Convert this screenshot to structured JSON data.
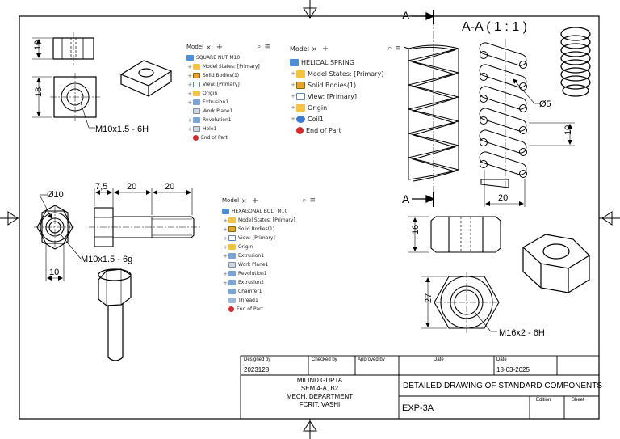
{
  "drawing": {
    "section_a_top": "A",
    "section_a_bottom": "A",
    "section_view_title": "A-A ( 1 : 1 )",
    "dimensions": {
      "sq_nut_height": "10",
      "sq_nut_width": "18",
      "sq_nut_thread": "M10x1.5 - 6H",
      "bolt_dia": "Ø10",
      "bolt_head_length": "7,5",
      "bolt_shank_length": "20",
      "bolt_thread_length": "20",
      "bolt_thread": "M10x1.5 - 6g",
      "bolt_head_width": "10",
      "spring_wire_dia": "Ø5",
      "spring_pitch": "10",
      "spring_dia": "20",
      "hex_nut_height": "16",
      "hex_nut_width": "27",
      "hex_nut_thread": "M16x2 - 6H"
    }
  },
  "panels": {
    "square_nut": {
      "tab": "Model",
      "root": "SQUARE NUT M10",
      "items": [
        {
          "label": "Model States: [Primary]"
        },
        {
          "label": "Solid Bodies(1)"
        },
        {
          "label": "View: [Primary]"
        },
        {
          "label": "Origin"
        },
        {
          "label": "Extrusion1"
        },
        {
          "label": "Work Plane1"
        },
        {
          "label": "Revolution1"
        },
        {
          "label": "Hole1"
        },
        {
          "label": "End of Part"
        }
      ]
    },
    "helical_spring": {
      "tab": "Model",
      "root": "HELICAL SPRING",
      "items": [
        {
          "label": "Model States: [Primary]"
        },
        {
          "label": "Solid Bodies(1)"
        },
        {
          "label": "View: [Primary]"
        },
        {
          "label": "Origin"
        },
        {
          "label": "Coil1"
        },
        {
          "label": "End of Part"
        }
      ]
    },
    "hex_bolt": {
      "tab": "Model",
      "root": "HEXAGONAL BOLT M10",
      "items": [
        {
          "label": "Model States: [Primary]"
        },
        {
          "label": "Solid Bodies(1)"
        },
        {
          "label": "View: [Primary]"
        },
        {
          "label": "Origin"
        },
        {
          "label": "Extrusion1"
        },
        {
          "label": "Work Plane1"
        },
        {
          "label": "Revolution1"
        },
        {
          "label": "Extrusion2"
        },
        {
          "label": "Chamfer1"
        },
        {
          "label": "Thread1"
        },
        {
          "label": "End of Part"
        }
      ]
    }
  },
  "title_block": {
    "designed_by_label": "Designed by",
    "designed_by_value": "2023128",
    "checked_by_label": "Checked by",
    "approved_by_label": "Approved by",
    "date_label_1": "Date",
    "date_label_2": "Date",
    "date_value": "18-03-2025",
    "author_line1": "MILIND GUPTA",
    "author_line2": "SEM 4-A, B2",
    "author_line3": "MECH. DEPARTMENT",
    "author_line4": "FCRIT, VASHI",
    "drawing_title": "DETAILED DRAWING OF STANDARD COMPONENTS",
    "drawing_number": "EXP-3A",
    "edition_label": "Edition",
    "sheet_label": "Sheet"
  }
}
